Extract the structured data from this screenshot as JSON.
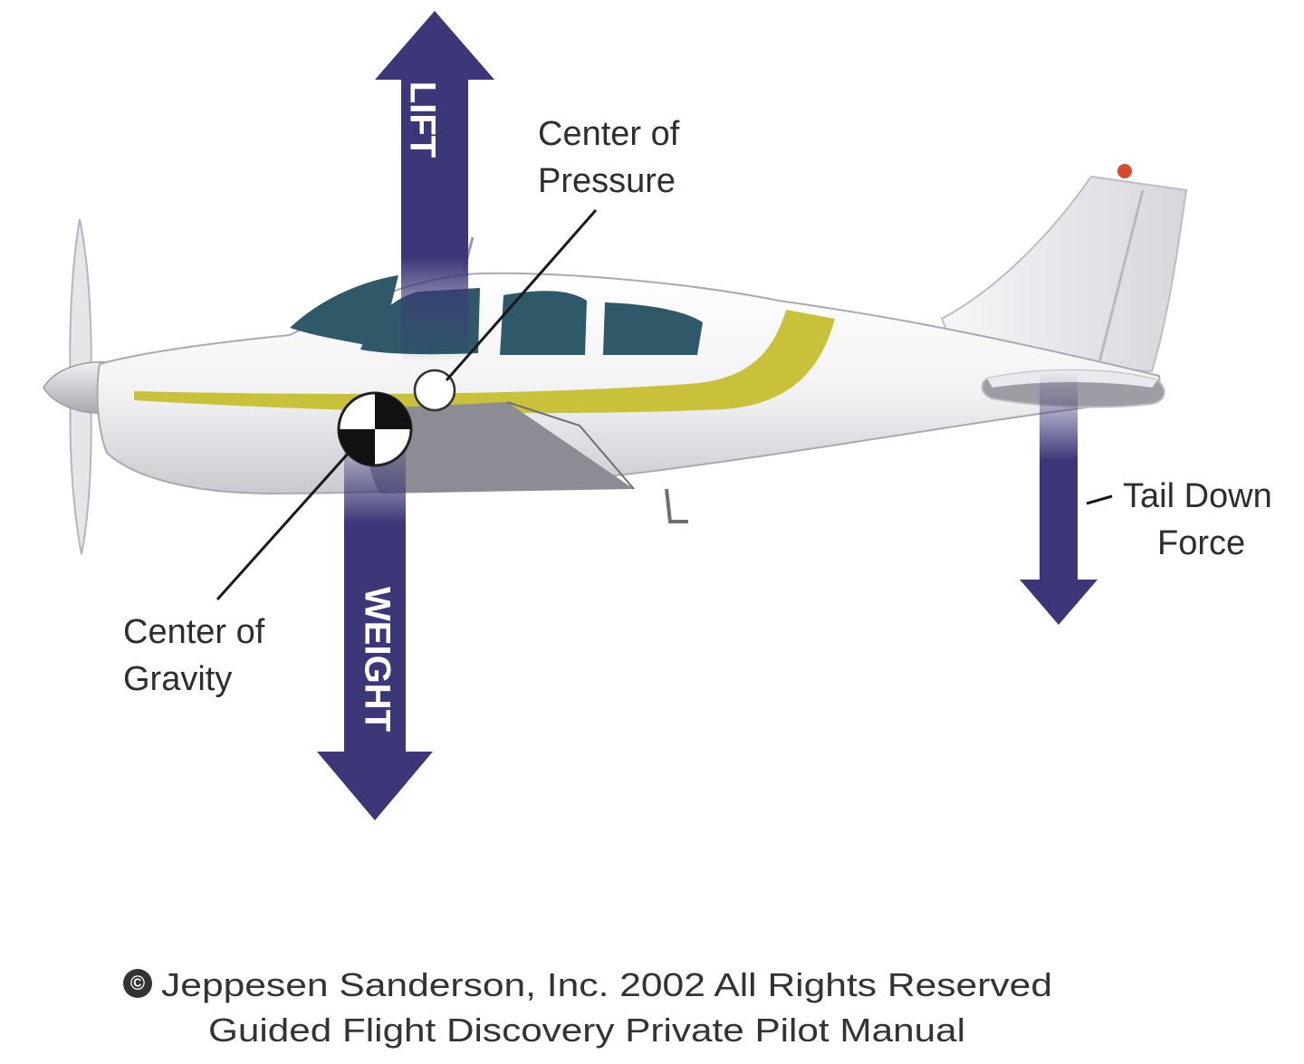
{
  "diagram": {
    "forces": {
      "lift": "LIFT",
      "weight": "WEIGHT"
    },
    "labels": {
      "center_of_pressure_line1": "Center of",
      "center_of_pressure_line2": "Pressure",
      "center_of_gravity_line1": "Center of",
      "center_of_gravity_line2": "Gravity",
      "tail_down_force_line1": "Tail Down",
      "tail_down_force_line2": "Force"
    },
    "colors": {
      "arrow": "#3b3778",
      "stripe": "#c9c13a",
      "window": "#2f5868",
      "fuselage": "#f4f4f6",
      "belly": "#8c8c94",
      "beacon": "#d9492e"
    }
  },
  "credits": {
    "copyright_symbol": "©",
    "line1": "Jeppesen Sanderson, Inc. 2002 All Rights Reserved",
    "line2": "Guided Flight Discovery Private Pilot Manual"
  }
}
